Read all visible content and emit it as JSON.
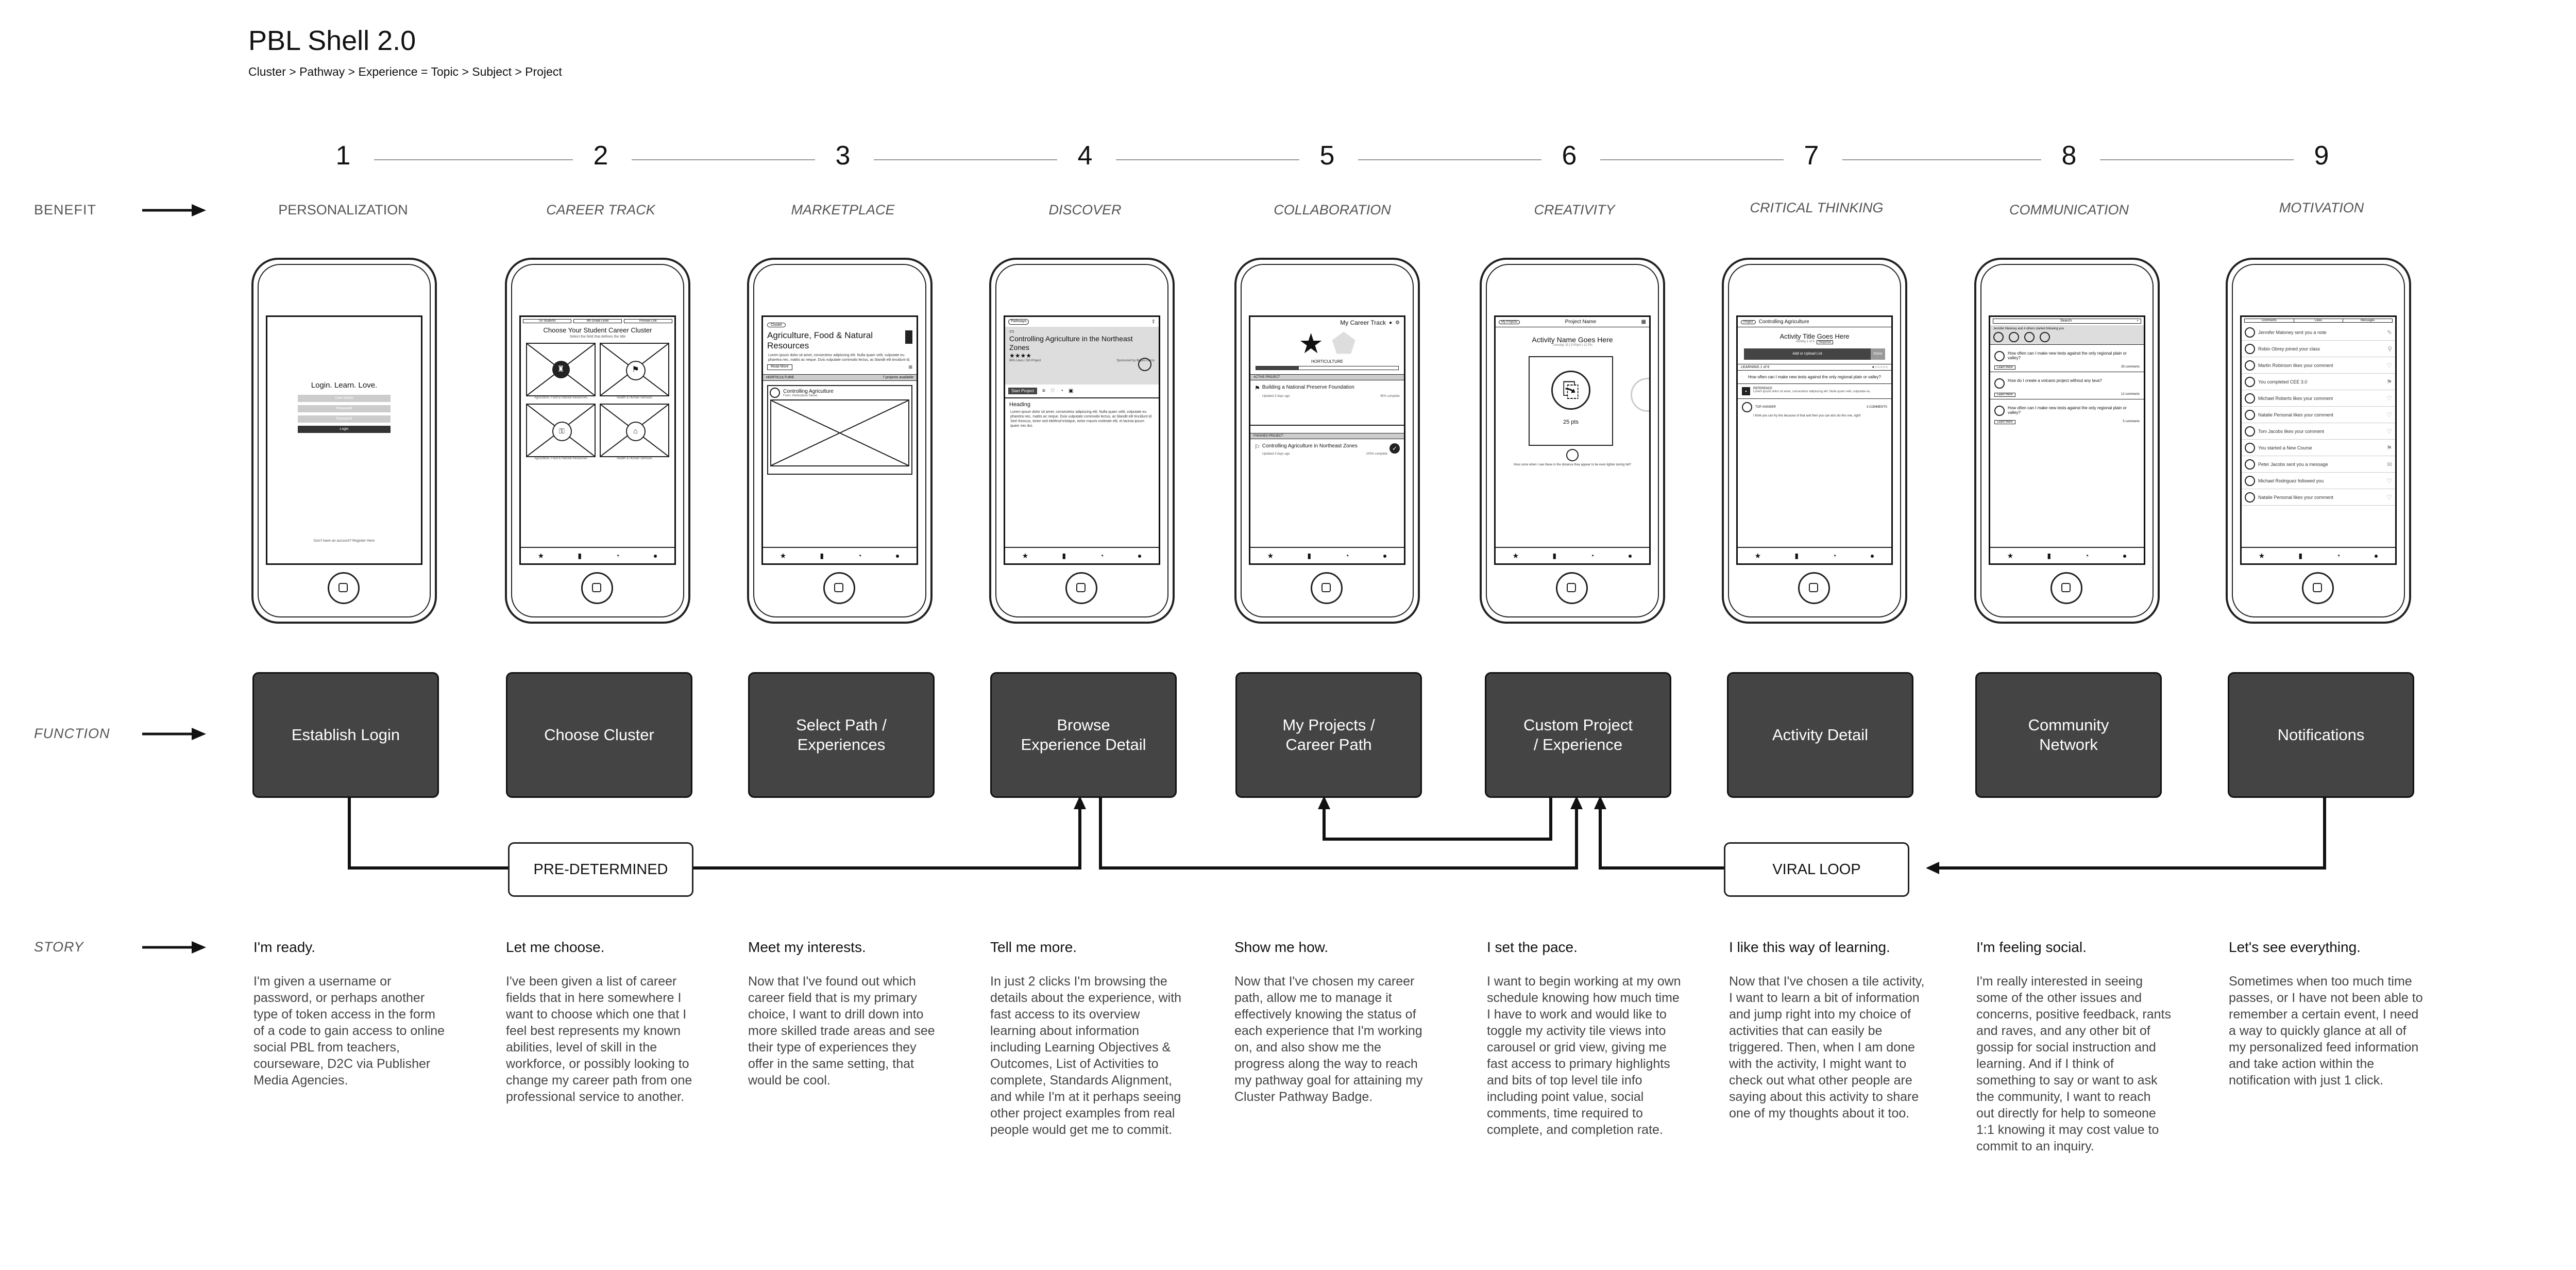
{
  "header": {
    "title": "PBL Shell 2.0",
    "subtitle": "Cluster > Pathway > Experience = Topic > Subject > Project"
  },
  "row_labels": {
    "benefit": "BENEFIT",
    "function": "FUNCTION",
    "story": "STORY"
  },
  "steps": [
    {
      "number": "1",
      "benefit": "PERSONALIZATION",
      "function": "Establish Login",
      "story_title": "I'm ready.",
      "story": "I'm given a username or password, or perhaps another type of token access in the form of a code to gain access to online social PBL from teachers, courseware, D2C via Publisher Media Agencies."
    },
    {
      "number": "2",
      "benefit": "CAREER TRACK",
      "function": "Choose Cluster",
      "story_title": "Let me choose.",
      "story": "I've been given a list of career fields that in here somewhere I want to choose which one that I feel best represents my known abilities, level of skill in the workforce, or possibly looking to change my career path from one professional service to another."
    },
    {
      "number": "3",
      "benefit": "MARKETPLACE",
      "function": "Select Path /\nExperiences",
      "story_title": "Meet my interests.",
      "story": "Now that I've found out which career field that is my primary choice, I want to drill down into more skilled trade areas and see their type of experiences they offer in the same setting, that would be cool."
    },
    {
      "number": "4",
      "benefit": "DISCOVER",
      "function": "Browse\nExperience Detail",
      "story_title": "Tell me more.",
      "story": "In just 2 clicks I'm browsing the details about the experience, with fast access to its overview learning about information including Learning Objectives & Outcomes, List of Activities to complete, Standards Alignment, and while I'm at it perhaps seeing other project examples from real people would get me to commit."
    },
    {
      "number": "5",
      "benefit": "COLLABORATION",
      "function": "My Projects /\nCareer Path",
      "story_title": "Show me how.",
      "story": "Now that I've chosen my career path, allow me to manage it effectively knowing the status of each experience that I'm working on, and also show me the progress along the way to reach my pathway goal for attaining my Cluster Pathway Badge."
    },
    {
      "number": "6",
      "benefit": "CREATIVITY",
      "function": "Custom Project\n/ Experience",
      "story_title": "I set the pace.",
      "story": "I want to begin working at my own schedule knowing how much time I have to work and would like to toggle my activity tile views into carousel or grid view, giving me fast access to primary highlights and bits of top level tile info including point value, social comments, time required to complete, and completion rate."
    },
    {
      "number": "7",
      "benefit": "CRITICAL THINKING",
      "function": "Activity Detail",
      "story_title": "I like this way of learning.",
      "story": "Now that I've chosen a tile activity, I want to learn a bit of information and jump right into my choice of activities that can easily be triggered. Then, when I am done with the activity, I might want to check out what other people are saying about this activity to share one of my thoughts about it too."
    },
    {
      "number": "8",
      "benefit": "COMMUNICATION",
      "function": "Community\nNetwork",
      "story_title": "I'm feeling social.",
      "story": "I'm really interested in seeing some of the other issues and concerns, positive feedback, rants and raves, and any other bit of gossip for social instruction and learning. And if I think of something to say or want to ask the community, I want to reach out directly for help to someone 1:1 knowing it may cost value to commit to an inquiry."
    },
    {
      "number": "9",
      "benefit": "MOTIVATION",
      "function": "Notifications",
      "story_title": "Let's see everything.",
      "story": "Sometimes when too much time passes, or I have not been able to remember a certain event, I need a way to quickly glance at all of my personalized feed information and take action within the notification with just 1 click."
    }
  ],
  "loops": {
    "predetermined": "PRE-DETERMINED",
    "viral": "VIRAL LOOP"
  },
  "screens": {
    "s1": {
      "heading": "Login. Learn. Love.",
      "field1": "User Name",
      "field2": "Password",
      "field3": "Password",
      "button": "Login",
      "footer": "Don't have an account? Register Here"
    },
    "s2": {
      "tab1": "Tin Students",
      "tab2": "9th Grade Level",
      "tab3": "Preview Link",
      "heading": "Choose Your Student Career Cluster",
      "sub": "Select the field that defines the title",
      "c1": "Agriculture, Food & Natural Resources",
      "c2": "Health & Human Services",
      "c3": "Agriculture, Food & Natural Resources",
      "c4": "Health & Human Services"
    },
    "s3": {
      "back": "Cluster",
      "heading": "Agriculture, Food & Natural Resources",
      "para": "Lorem ipsum dolor sit amet, consectetur adipiscing elit. Nulla quam velit, vulputate eu pharetra nec, mattis ac neque. Duis vulputate commodo lectus, ac blandit elit tincidunt id.",
      "read_more": "Read More",
      "bar_left": "HORTICULTURE",
      "bar_right": "7 projects available",
      "card_title": "Controlling Agriculture",
      "card_sub": "From: Horticulture Series"
    },
    "s4": {
      "back": "Pathways",
      "heading": "Controlling Agriculture in the Northeast Zones",
      "rating": "★★★★",
      "meta": "86% Likes / 5th Project",
      "sponsor": "Sponsored by Bryant Harris",
      "start": "Start Project",
      "section": "Heading",
      "para": "Lorem ipsum dolor sit amet, consectetur adipiscing elit. Nulla quam velit, vulputate eu pharetra nec, mattis ac neque. Duis vulputate commodo lectus, ac blandit elit tincidunt id. Sed rhoncus, tortor sed eleifend tristique, tortor mauris molestie elit, et lacinia ipsum quam nec dui."
    },
    "s5": {
      "heading": "My Career Track",
      "track": "HORTICULTURE",
      "active": "ACTIVE PROJECT",
      "p1": "Building a National Preserve Foundation",
      "p1_meta": "Updated 3 days ago",
      "p1_stat": "45% complete",
      "finished": "FINISHED PROJECT",
      "p2": "Controlling Agriculture in Northeast Zones",
      "p2_meta": "Updated 4 days ago",
      "p2_stat": "100% complete"
    },
    "s6": {
      "back": "My Projects",
      "top": "Project Name",
      "heading": "Activity Name Goes Here",
      "sub": "Tuesday 15 | 5:00pm | 12 Pts",
      "points": "25 pts",
      "caption": "How come when I see these in the distance they appear to be even lighter during fall?"
    },
    "s7": {
      "back": "Project",
      "top": "Controlling Agriculture",
      "heading": "Activity Title Goes Here",
      "sub": "Activity 1 of 8",
      "badge": "Required",
      "action": "Add or Upload List",
      "action_btn": "Done",
      "progress": "LEARNING 1 of 6",
      "question": "How often can I make new tests against the only regional plain or valley?",
      "ref_title": "REFERENCE",
      "ref_text": "Lorem ipsum dolor sit amet, consectetur adipiscing elit. Nulla quam velit, vulputate eu.",
      "answer_title": "TOP ANSWER",
      "answer_meta": "3 COMMENTS",
      "answer_text": "I think you can try this because of that and then you can also do this one, right!"
    },
    "s8": {
      "search": "Search",
      "banner": "Jennifer Maloney and 4 others started following you",
      "q1": "How often can I make new tests against the only regional plain or valley?",
      "q1_btn": "Learn More",
      "q1_meta": "35 comments",
      "q2": "How do I create a volcano project without any lava?",
      "q2_btn": "Learn More",
      "q2_meta": "12 comments",
      "q3": "How often can I make new tests against the only regional plain or valley?",
      "q3_btn": "Learn More",
      "q3_meta": "5 comments"
    },
    "s9": {
      "tab1": "Comments",
      "tab2": "Likes",
      "tab3": "Messages",
      "items": [
        "Jennifer Maloney sent you a note",
        "Robin Obrey joined your class",
        "Martin Robinson likes your comment",
        "You completed CEE 3.0",
        "Michael Roberts likes your comment",
        "Natalie Personal likes your comment",
        "Tom Jacobs likes your comment",
        "You started a New Course",
        "Peter Jacobs sent you a message",
        "Michael Rodriguez followed you",
        "Natalie Personal likes your comment"
      ]
    }
  },
  "colors": {
    "box_fill": "#444444",
    "line": "#222222",
    "divider": "#999999"
  }
}
